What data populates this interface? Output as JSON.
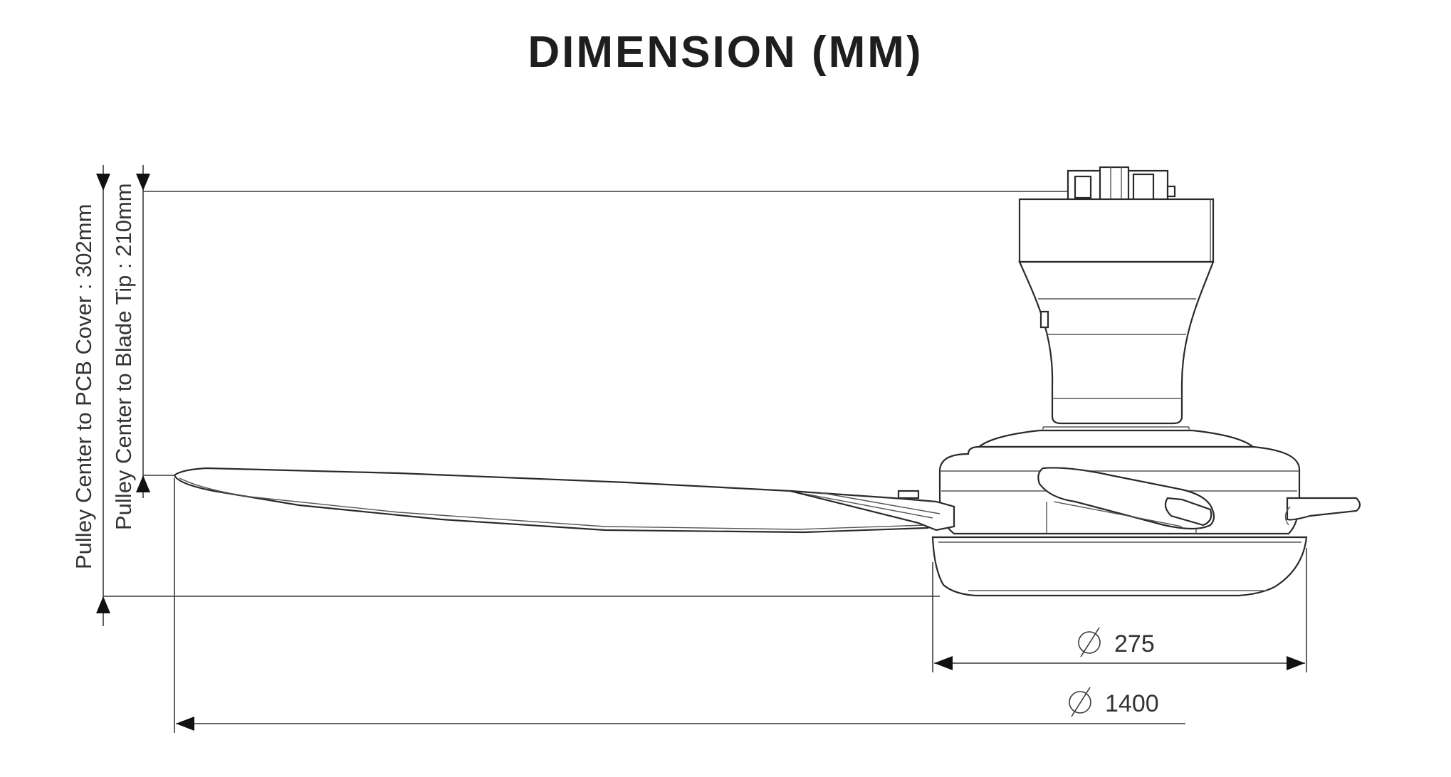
{
  "title": "DIMENSION (MM)",
  "labels": {
    "pcb_cover": "Pulley Center to PCB Cover : 302mm",
    "blade_tip": "Pulley Center to Blade Tip : 210mm"
  },
  "dimensions": {
    "canopy_diameter": "275",
    "sweep_diameter": "1400"
  },
  "colors": {
    "line": "#3a3a3a",
    "text": "#1e1e1e"
  }
}
